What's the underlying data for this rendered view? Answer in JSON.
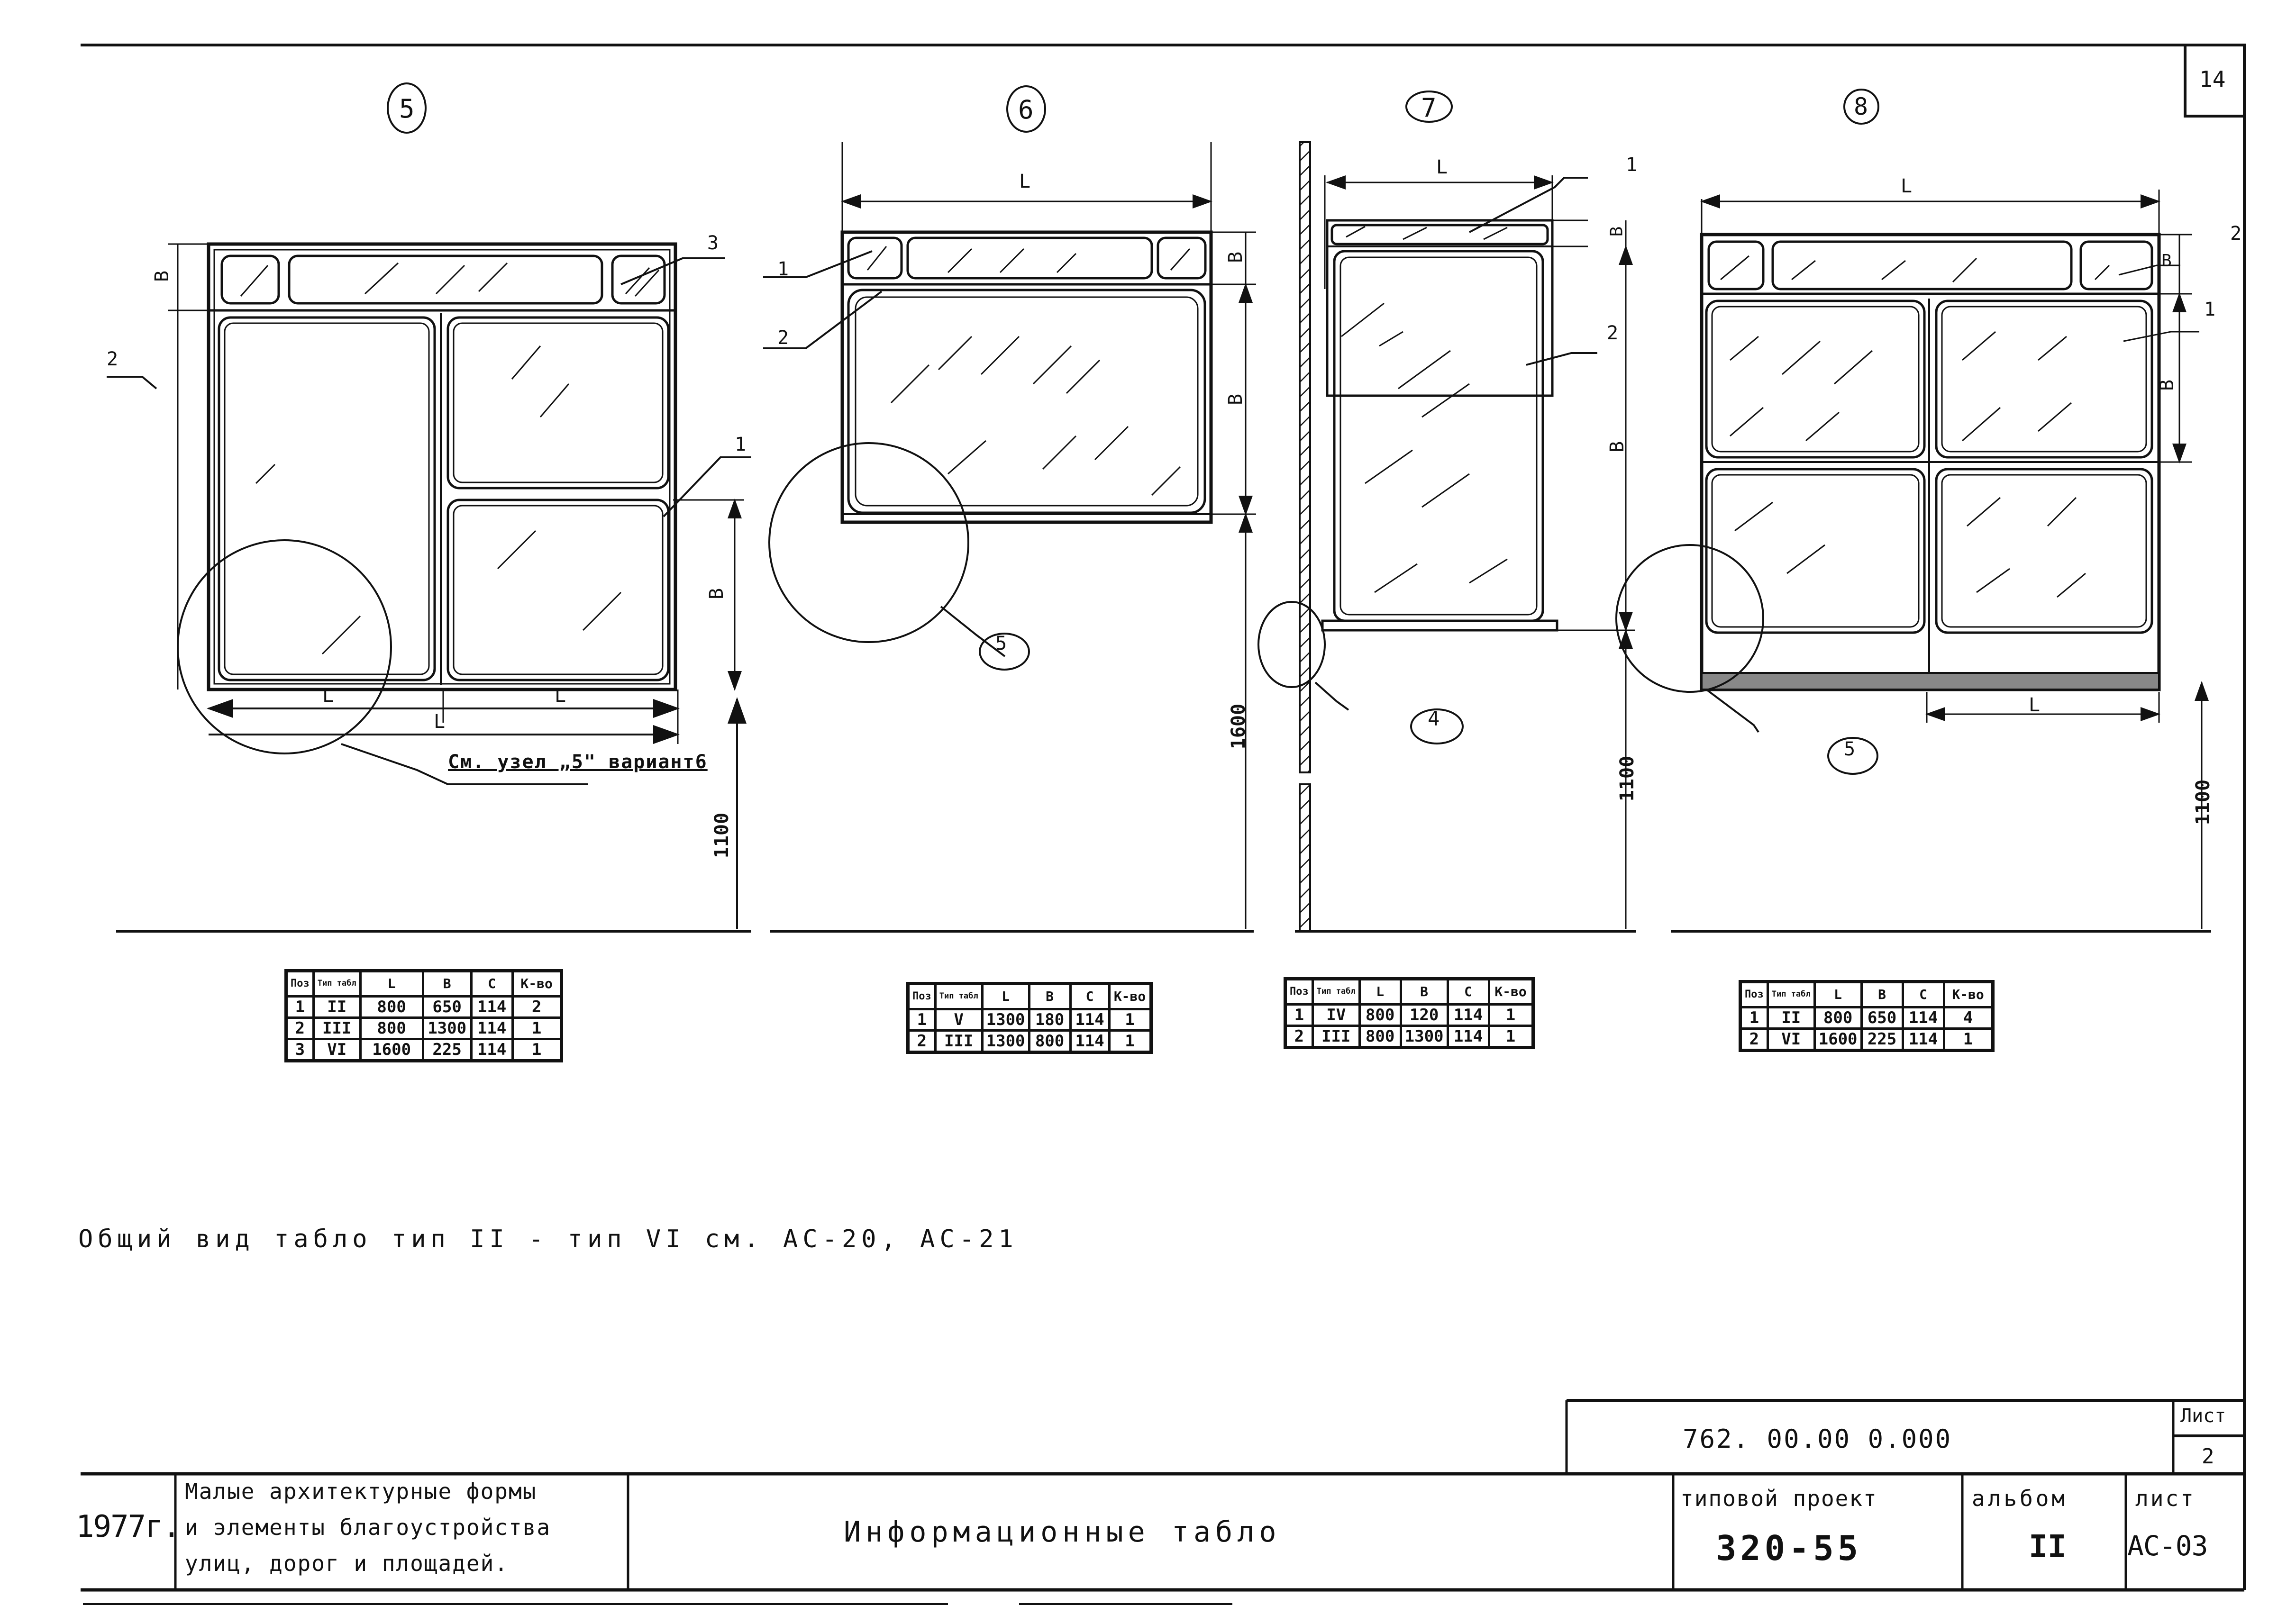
{
  "sheet_corner_number": "14",
  "views": [
    {
      "id": "5",
      "label": "5"
    },
    {
      "id": "6",
      "label": "6"
    },
    {
      "id": "7",
      "label": "7"
    },
    {
      "id": "8",
      "label": "8"
    }
  ],
  "dimensions": {
    "L": "L",
    "B": "B",
    "h_1100": "1100",
    "h_1600": "1600"
  },
  "callouts": {
    "pos1": "1",
    "pos2": "2",
    "pos3": "3",
    "node4": "4",
    "node5": "5",
    "node_note": "См. узел „5\" вариант6"
  },
  "tables": [
    {
      "name": "view-5-spec",
      "headers": [
        "Поз",
        "Тип табл",
        "L",
        "B",
        "C",
        "К-во"
      ],
      "rows": [
        [
          "1",
          "II",
          "800",
          "650",
          "114",
          "2"
        ],
        [
          "2",
          "III",
          "800",
          "1300",
          "114",
          "1"
        ],
        [
          "3",
          "VI",
          "1600",
          "225",
          "114",
          "1"
        ]
      ]
    },
    {
      "name": "view-6-spec",
      "headers": [
        "Поз",
        "Тип табл",
        "L",
        "B",
        "C",
        "К-во"
      ],
      "rows": [
        [
          "1",
          "V",
          "1300",
          "180",
          "114",
          "1"
        ],
        [
          "2",
          "III",
          "1300",
          "800",
          "114",
          "1"
        ]
      ]
    },
    {
      "name": "view-7-spec",
      "headers": [
        "Поз",
        "Тип табл",
        "L",
        "B",
        "C",
        "К-во"
      ],
      "rows": [
        [
          "1",
          "IV",
          "800",
          "120",
          "114",
          "1"
        ],
        [
          "2",
          "III",
          "800",
          "1300",
          "114",
          "1"
        ]
      ]
    },
    {
      "name": "view-8-spec",
      "headers": [
        "Поз",
        "Тип табл",
        "L",
        "B",
        "C",
        "К-во"
      ],
      "rows": [
        [
          "1",
          "II",
          "800",
          "650",
          "114",
          "4"
        ],
        [
          "2",
          "VI",
          "1600",
          "225",
          "114",
          "1"
        ]
      ]
    }
  ],
  "note": "Общий вид табло тип II - тип VI см. АС-20, АС-21",
  "title_block": {
    "doc_code": "762. 00.00 0.000",
    "sheet_label_top": "Лист",
    "sheet_number_top": "2",
    "year": "1977г.",
    "series_title_line1": "Малые архитектурные формы",
    "series_title_line2": "и элементы благоустройства",
    "series_title_line3": "улиц, дорог и площадей.",
    "drawing_title": "Информационные табло",
    "project_label": "типовой проект",
    "project_number": "320-55",
    "album_label": "альбом",
    "album_number": "II",
    "sheet_label": "лист",
    "sheet_code": "АС-03"
  }
}
